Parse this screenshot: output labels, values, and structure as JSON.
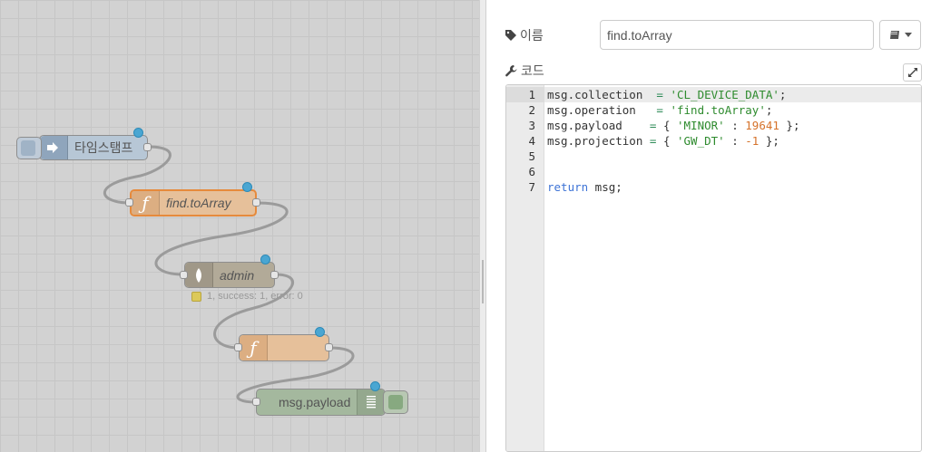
{
  "flow": {
    "nodes": {
      "inject": {
        "label": "타임스탬프"
      },
      "func1": {
        "label": "find.toArray"
      },
      "mongo": {
        "label": "admin",
        "status": "1, success: 1, error: 0"
      },
      "func2": {
        "label": ""
      },
      "debug": {
        "label": "msg.payload"
      }
    },
    "colors": {
      "wire": "#9b9b9b",
      "inject": "#a6bbcf",
      "function": "#fdd0a2",
      "mongo": "#aaaa88",
      "debug": "#87a980",
      "port_dot": "#4aa6d2"
    }
  },
  "panel": {
    "name_label": "이름",
    "name_value": "find.toArray",
    "code_label": "코드",
    "icons": {
      "name": "tag-icon",
      "code": "wrench-icon",
      "book": "book-icon",
      "expand": "expand-icon"
    },
    "code": {
      "lines": [
        {
          "num": "1",
          "active": true,
          "tokens": [
            [
              "msg.collection  ",
              ""
            ],
            [
              "=",
              "o"
            ],
            [
              " ",
              ""
            ],
            [
              "'CL_DEVICE_DATA'",
              "s"
            ],
            [
              ";",
              ""
            ]
          ]
        },
        {
          "num": "2",
          "tokens": [
            [
              "msg.operation   ",
              ""
            ],
            [
              "=",
              "o"
            ],
            [
              " ",
              ""
            ],
            [
              "'find.toArray'",
              "s"
            ],
            [
              ";",
              ""
            ]
          ]
        },
        {
          "num": "3",
          "tokens": [
            [
              "msg.payload    ",
              ""
            ],
            [
              "=",
              "o"
            ],
            [
              " { ",
              ""
            ],
            [
              "'MINOR'",
              "s"
            ],
            [
              " : ",
              ""
            ],
            [
              "19641",
              "n"
            ],
            [
              " };",
              ""
            ]
          ]
        },
        {
          "num": "4",
          "tokens": [
            [
              "msg.projection ",
              ""
            ],
            [
              "=",
              "o"
            ],
            [
              " { ",
              ""
            ],
            [
              "'GW_DT'",
              "s"
            ],
            [
              " : ",
              ""
            ],
            [
              "-1",
              "n"
            ],
            [
              " };",
              ""
            ]
          ]
        },
        {
          "num": "5",
          "tokens": []
        },
        {
          "num": "6",
          "tokens": []
        },
        {
          "num": "7",
          "tokens": [
            [
              "return",
              "k"
            ],
            [
              " msg;",
              ""
            ]
          ]
        }
      ]
    }
  }
}
